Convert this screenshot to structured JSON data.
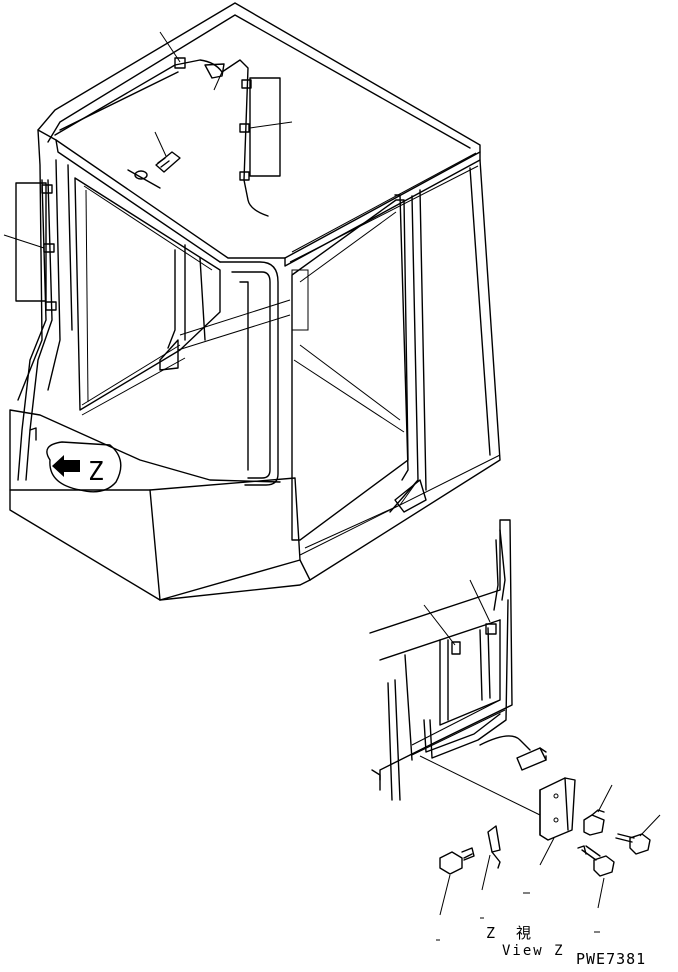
{
  "view_marker": {
    "letter": "Z"
  },
  "view_caption": {
    "japanese": "Z 視",
    "english": "View Z"
  },
  "drawing_code": "PWE7381"
}
